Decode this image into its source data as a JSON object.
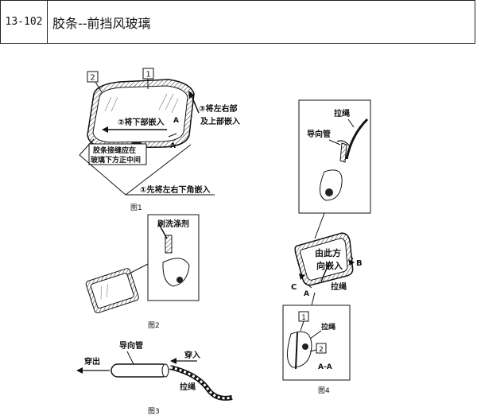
{
  "header": {
    "code": "13-102",
    "title": "胶条--前挡风玻璃"
  },
  "fig1": {
    "caption": "图1",
    "callout_2": "2",
    "callout_1": "1",
    "step3_line1": "③将左右部",
    "step3_line2": "及上部嵌入",
    "step2": "②将下部嵌入",
    "marker_A1": "A",
    "marker_A2": "A",
    "note_line1": "胶条接缝应在",
    "note_line2": "玻璃下方正中间",
    "step1": "①先将左右下角嵌入"
  },
  "fig2": {
    "caption": "图2",
    "label": "刷洗涤剂"
  },
  "fig3": {
    "caption": "图3",
    "guide": "导向管",
    "out": "穿出",
    "in": "穿入",
    "rope": "拉绳"
  },
  "fig4": {
    "caption": "图4",
    "rope_top": "拉绳",
    "guide": "导向管",
    "dir_line1": "由此方",
    "dir_line2": "向嵌入",
    "marker_B": "B",
    "marker_C": "C",
    "marker_A": "A",
    "rope_bottom": "拉绳",
    "detail_1": "1",
    "detail_rope": "拉绳",
    "detail_2": "2",
    "detail_section": "A-A"
  }
}
